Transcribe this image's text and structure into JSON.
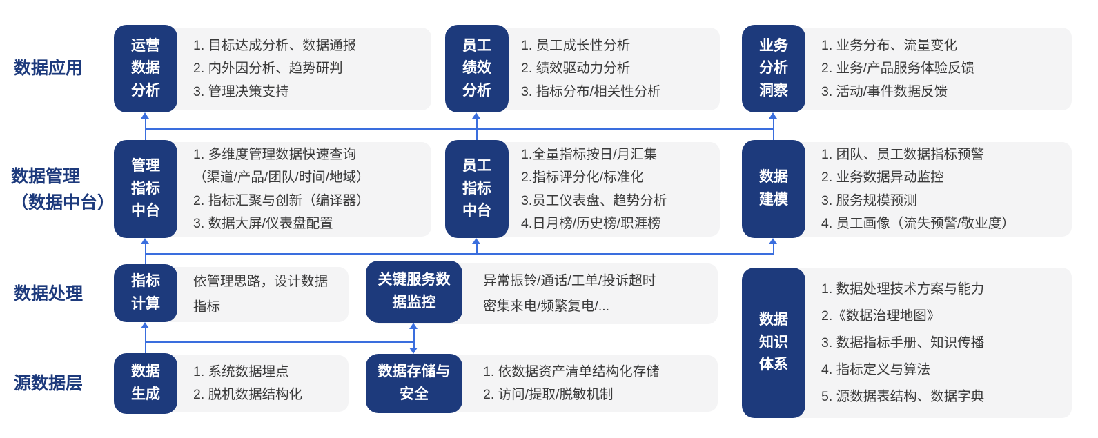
{
  "colors": {
    "navy": "#1d3a7c",
    "panel": "#f4f4f5",
    "ink": "#3a3a3a",
    "arrow": "#3a6ede",
    "bg": "#ffffff"
  },
  "layers": {
    "app": {
      "label": "数据应用"
    },
    "mgmt": {
      "label": "数据管理\n（数据中台）"
    },
    "proc": {
      "label": "数据处理"
    },
    "source": {
      "label": "源数据层"
    }
  },
  "cards": {
    "ops": {
      "title": "运营\n数据\n分析",
      "items": [
        "1. 目标达成分析、数据通报",
        "2. 内外因分析、趋势研判",
        "3. 管理决策支持"
      ]
    },
    "perf": {
      "title": "员工\n绩效\n分析",
      "items": [
        "1. 员工成长性分析",
        "2. 绩效驱动力分析",
        "3. 指标分布/相关性分析"
      ]
    },
    "biz": {
      "title": "业务\n分析\n洞察",
      "items": [
        "1. 业务分布、流量变化",
        "2. 业务/产品服务体验反馈",
        "3. 活动/事件数据反馈"
      ]
    },
    "metric_mid": {
      "title": "管理\n指标\n中台",
      "items": [
        "1. 多维度管理数据快速查询",
        "（渠道/产品/团队/时间/地域）",
        "2. 指标汇聚与创新（编译器）",
        "3. 数据大屏/仪表盘配置"
      ]
    },
    "emp_mid": {
      "title": "员工\n指标\n中台",
      "items": [
        "1.全量指标按日/月汇集",
        "2.指标评分化/标准化",
        "3.员工仪表盘、趋势分析",
        "4.日月榜/历史榜/职涯榜"
      ]
    },
    "model": {
      "title": "数据\n建模",
      "items": [
        "1. 团队、员工数据指标预警",
        "2. 业务数据异动监控",
        "3. 服务规模预测",
        "4. 员工画像（流失预警/敬业度）"
      ]
    },
    "calc": {
      "title": "指标\n计算",
      "items": [
        "依管理思路，设计数据指标"
      ]
    },
    "monitor": {
      "title": "关键服务数\n据监控",
      "items": [
        "异常振铃/通话/工单/投诉超时",
        "密集来电/频繁复电/..."
      ]
    },
    "knowledge": {
      "title": "数据\n知识\n体系",
      "items": [
        "1. 数据处理技术方案与能力",
        "2.《数据治理地图》",
        "3. 数据指标手册、知识传播",
        "4. 指标定义与算法",
        "5. 源数据表结构、数据字典"
      ]
    },
    "gen": {
      "title": "数据\n生成",
      "items": [
        "1. 系统数据埋点",
        "2. 脱机数据结构化"
      ]
    },
    "storage": {
      "title": "数据存储与\n安全",
      "items": [
        "1. 依数据资产清单结构化存储",
        "2. 访问/提取/脱敏机制"
      ]
    }
  }
}
